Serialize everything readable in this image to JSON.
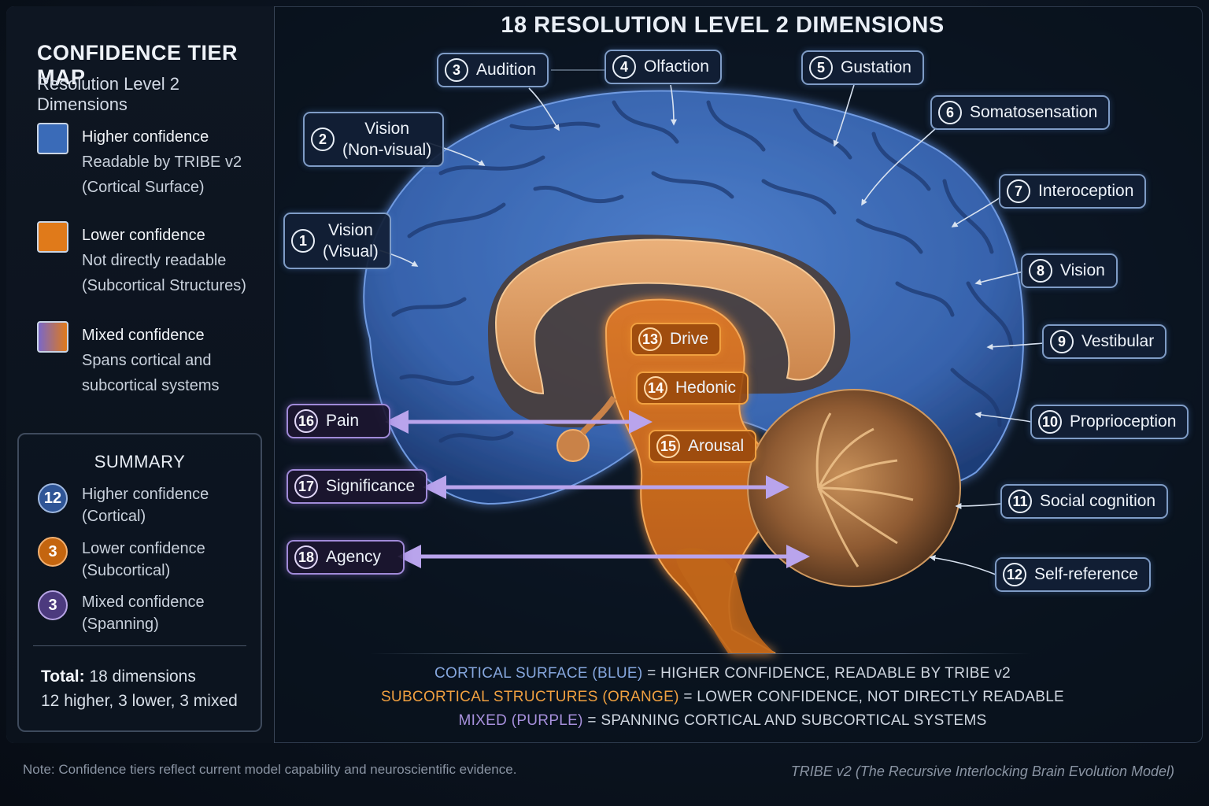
{
  "sidebar": {
    "title": "CONFIDENCE TIER MAP",
    "subtitle": "Resolution Level 2 Dimensions",
    "legend": [
      {
        "line1": "Higher confidence",
        "line2": "Readable by TRIBE v2",
        "line3": "(Cortical Surface)",
        "color": "#3a6bb8"
      },
      {
        "line1": "Lower confidence",
        "line2": "Not directly readable",
        "line3": "(Subcortical Structures)",
        "color": "#e07a1a"
      },
      {
        "line1": "Mixed confidence",
        "line2": "Spans cortical and",
        "line3": "subcortical systems",
        "color": "#8a6ab8"
      }
    ]
  },
  "summary": {
    "title": "SUMMARY",
    "rows": [
      {
        "count": "12",
        "line1": "Higher confidence",
        "line2": "(Cortical)"
      },
      {
        "count": "3",
        "line1": "Lower confidence",
        "line2": "(Subcortical)"
      },
      {
        "count": "3",
        "line1": "Mixed confidence",
        "line2": "(Spanning)"
      }
    ],
    "total_label": "Total:",
    "total_value": "18 dimensions",
    "breakdown": "12 higher, 3 lower, 3 mixed"
  },
  "title": "18 RESOLUTION LEVEL 2 DIMENSIONS",
  "dimensions": {
    "d1": {
      "num": "1",
      "line1": "Vision",
      "line2": "(Visual)"
    },
    "d2": {
      "num": "2",
      "line1": "Vision",
      "line2": "(Non-visual)"
    },
    "d3": {
      "num": "3",
      "label": "Audition"
    },
    "d4": {
      "num": "4",
      "label": "Olfaction"
    },
    "d5": {
      "num": "5",
      "label": "Gustation"
    },
    "d6": {
      "num": "6",
      "label": "Somatosensation"
    },
    "d7": {
      "num": "7",
      "label": "Interoception"
    },
    "d8": {
      "num": "8",
      "label": "Vision"
    },
    "d9": {
      "num": "9",
      "label": "Vestibular"
    },
    "d10": {
      "num": "10",
      "label": "Proprioception"
    },
    "d11": {
      "num": "11",
      "label": "Social cognition"
    },
    "d12": {
      "num": "12",
      "label": "Self-reference"
    },
    "d13": {
      "num": "13",
      "label": "Drive"
    },
    "d14": {
      "num": "14",
      "label": "Hedonic"
    },
    "d15": {
      "num": "15",
      "label": "Arousal"
    },
    "d16": {
      "num": "16",
      "label": "Pain"
    },
    "d17": {
      "num": "17",
      "label": "Significance"
    },
    "d18": {
      "num": "18",
      "label": "Agency"
    }
  },
  "key": {
    "blue_term": "CORTICAL SURFACE (BLUE)",
    "blue_desc": "= HIGHER CONFIDENCE, READABLE BY TRIBE v2",
    "orange_term": "SUBCORTICAL STRUCTURES (ORANGE)",
    "orange_desc": "= LOWER CONFIDENCE, NOT DIRECTLY READABLE",
    "purple_term": "MIXED (PURPLE)",
    "purple_desc": "= SPANNING CORTICAL AND SUBCORTICAL SYSTEMS"
  },
  "footnote": "Note: Confidence tiers reflect current model capability and neuroscientific evidence.",
  "credit": "TRIBE v2  (The Recursive Interlocking Brain Evolution Model)",
  "colors": {
    "cortex": "#3a6bb8",
    "subcortex": "#e07a1a",
    "mixed": "#8a6ab8",
    "cerebellum": "#b07a4a"
  }
}
